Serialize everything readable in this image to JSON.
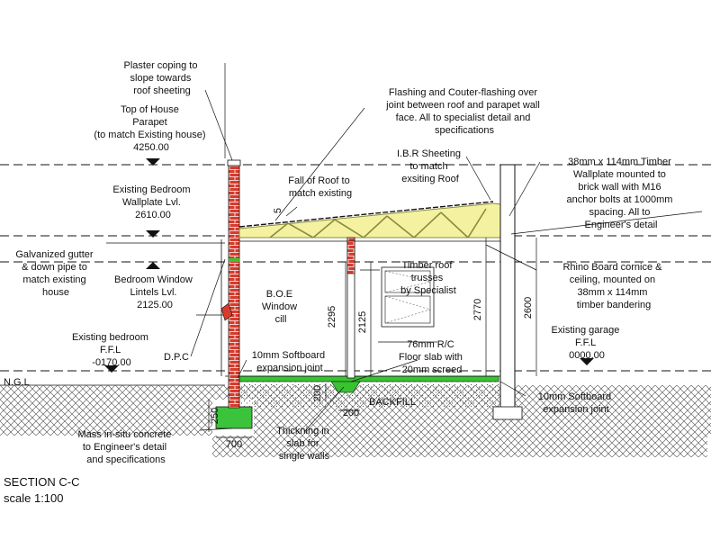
{
  "section": {
    "title": "SECTION C-C",
    "scale": "scale 1:100"
  },
  "labels": {
    "coping": [
      "Plaster coping to",
      "slope towards",
      "roof sheeting"
    ],
    "top_parapet": [
      "Top of House",
      "Parapet",
      "(to match Existing house)",
      "4250.00"
    ],
    "flashing": [
      "Flashing and Couter-flashing over",
      "joint between roof and parapet wall",
      "face. All to specialist detail and",
      "specifications"
    ],
    "ibr": [
      "I.B.R Sheeting",
      "to match",
      "exsiting Roof"
    ],
    "wallplate_note": [
      "38mm x 114mm Timber",
      "Wallplate mounted to",
      "brick wall with M16",
      "anchor bolts at 1000mm",
      "spacing. All to",
      "Engineer's detail"
    ],
    "bedroom_wallplate": [
      "Existing Bedroom",
      "Wallplate Lvl.",
      "2610.00"
    ],
    "fall": [
      "Fall of Roof to",
      "match existing"
    ],
    "gutter": [
      "Galvanized gutter",
      "& down pipe to",
      "match existing",
      "house"
    ],
    "lintels": [
      "Bedroom Window",
      "Lintels Lvl.",
      "2125.00"
    ],
    "trusses": [
      "Timber roof",
      "trusses",
      "by Specialist"
    ],
    "rhino": [
      "Rhino Board cornice &",
      "ceiling, mounted on",
      "38mm x 114mm",
      "timber bandering"
    ],
    "boe": [
      "B.O.E",
      "Window",
      "cill"
    ],
    "bedroom_ffl": [
      "Existing bedroom",
      "F.F.L",
      "-0170.00"
    ],
    "garage_ffl": [
      "Existing garage",
      "F.F.L",
      "0000.00"
    ],
    "dpc": "D.P.C",
    "softboard_top": [
      "10mm Softboard",
      "expansion joint"
    ],
    "slab": [
      "76mm R/C",
      "Floor slab with",
      "20mm screed"
    ],
    "ngl": "N.G.L",
    "backfill": "BACKFILL",
    "softboard_right": [
      "10mm Softboard",
      "expansion joint"
    ],
    "mass_concrete": [
      "Mass in-situ concrete",
      "to Engineer's detail",
      "and specifications"
    ],
    "thickning": [
      "Thickning in",
      "slab for",
      "single walls"
    ]
  },
  "dimensions": {
    "d2295": "2295",
    "d2125": "2125",
    "d2770": "2770",
    "d2600": "2600",
    "d250": "250",
    "d700": "700",
    "d200v": "200",
    "d200h": "200",
    "d5": "5"
  },
  "colors": {
    "truss": "#f4f2a0",
    "truss_stroke": "#8a8a40",
    "brick": "#d83b2c",
    "slab": "#38c430",
    "foundation": "#3cc33c",
    "ground_hatch": "#555555"
  }
}
